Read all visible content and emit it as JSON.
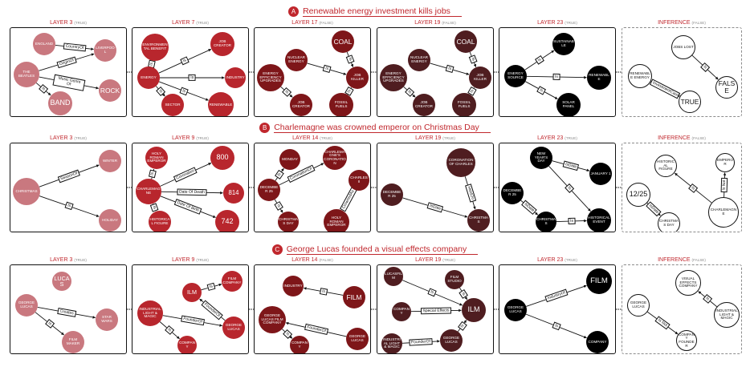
{
  "colors": {
    "accent": "#c0272d",
    "node_fill_by_column": [
      "#c9787f",
      "#b8262d",
      "#7e1619",
      "#4f1d20",
      "#000000",
      "#ffffff"
    ]
  },
  "rows": [
    {
      "badge": "A",
      "title": "Renewable energy investment kills jobs",
      "panels": [
        {
          "layer": "LAYER 3",
          "verdict": "(TRUE)",
          "nodes": {
            "england": "ENGLAND",
            "beatles": "THE BEATLES",
            "liverpool": "LIVERPOOL",
            "band": "BAND",
            "rock": "ROCK"
          },
          "edges": [
            "CountryOf",
            "OriginOf",
            "Music Genre Of",
            "Is"
          ]
        },
        {
          "layer": "LAYER 7",
          "verdict": "(TRUE)",
          "nodes": {
            "envben": "ENVIRONMENTAL BENEFIT",
            "jobcr": "JOB CREATOR",
            "energy": "ENERGY",
            "industry": "INDUSTRY",
            "sector": "SECTOR",
            "renew": "RENEWABLE"
          },
          "edges": [
            "Is",
            "Is",
            "Is",
            "Is",
            "Is"
          ]
        },
        {
          "layer": "LAYER 17",
          "verdict": "(FALSE)",
          "nodes": {
            "coal": "COAL",
            "nuclear": "NUCLEAR ENERGY",
            "eeu": "ENERGY EFFICIENCY UPGRADES",
            "killer": "JOB KILLER",
            "creator": "JOB CREATOR",
            "fossil": "FOSSIL FUELS"
          },
          "edges": [
            "Is",
            "Is",
            "Is",
            "Is"
          ]
        },
        {
          "layer": "LAYER 19",
          "verdict": "(FALSE)",
          "nodes": {
            "coal": "COAL",
            "nuclear": "NUCLEAR ENERGY",
            "eeu": "ENERGY EFFICIENCY UPGRADES",
            "killer": "JOB KILLER",
            "creator": "JOB CREATOR",
            "fossil": "FOSSIL FUELS"
          },
          "edges": [
            "Is",
            "Is",
            "Is",
            "Is"
          ]
        },
        {
          "layer": "LAYER 23",
          "verdict": "(TRUE)",
          "nodes": {
            "sustain": "SUSTAINABLE",
            "source": "ENERGY SOURCE",
            "renew": "RENEWABLE",
            "solar": "SOLAR PANEL"
          },
          "edges": [
            "Is",
            "Is",
            "Is"
          ]
        },
        {
          "layer": "INFERENCE",
          "verdict": "(FALSE)",
          "nodes": {
            "renergy": "RENEWABLE ENERGY",
            "jobslost": "JOBS LOST",
            "t": "TRUE",
            "f": "FALSE"
          },
          "edges": [
            "InvestmentCauses",
            "Is"
          ]
        }
      ]
    },
    {
      "badge": "B",
      "title": "Charlemagne was crowned emperor on Christmas Day",
      "panels": [
        {
          "layer": "LAYER 3",
          "verdict": "(TRUE)",
          "nodes": {
            "christmas": "CHRISTMAS",
            "winter": "WINTER",
            "holiday": "HOLIDAY"
          },
          "edges": [
            "SeasonOf",
            "Is"
          ]
        },
        {
          "layer": "LAYER 9",
          "verdict": "(TRUE)",
          "nodes": {
            "hre": "HOLY ROMAN EMPEROR",
            "y800": "800",
            "charl": "CHARLEMAGNE",
            "y814": "814",
            "y742": "742",
            "histfig": "HISTORICAL FIGURE"
          },
          "edges": [
            "Is",
            "Coronation",
            "Date Of Death",
            "Date Of Birth",
            "Is"
          ]
        },
        {
          "layer": "LAYER 14",
          "verdict": "(TRUE)",
          "nodes": {
            "monday": "MONDAY",
            "coronation": "CHARLEMAGNE'S CORONATION",
            "charles2": "CHARLES II",
            "dec25": "DECEMBER 25",
            "xmasday": "CHRISTMAS DAY",
            "hre": "HOLY ROMAN EMPEROR"
          },
          "edges": [
            "Is",
            "CoronationOf",
            "Is",
            "CrownedAs"
          ]
        },
        {
          "layer": "LAYER 19",
          "verdict": "(TRUE)",
          "nodes": {
            "coronation": "CORONATION OF CHARLES",
            "dec25": "DECEMBER 25",
            "christmas": "CHRISTMAS"
          },
          "edges": [
            "IsDate",
            "HeldOn"
          ]
        },
        {
          "layer": "LAYER 23",
          "verdict": "(TRUE)",
          "nodes": {
            "newyear": "NEW YEAR'S DAY",
            "jan1": "JANUARY 1",
            "dec25": "DECEMBER 25",
            "christmas": "CHRISTMAS",
            "histev": "HISTORICAL EVENT"
          },
          "edges": [
            "IsDate",
            "IsDate",
            "Is",
            "Is"
          ]
        },
        {
          "layer": "INFERENCE",
          "verdict": "(FALSE)",
          "nodes": {
            "histfig": "HISTORICAL FIGURE",
            "emperor": "EMPEROR",
            "d1225": "12/25",
            "xmasday": "CHRISTMAS DAY",
            "charlemagne": "CHARLEMAGNE"
          },
          "edges": [
            "Is",
            "Is Not",
            "IsDate"
          ]
        }
      ]
    },
    {
      "badge": "C",
      "title": "George Lucas founded a visual effects company",
      "panels": [
        {
          "layer": "LAYER 3",
          "verdict": "(TRUE)",
          "nodes": {
            "lucas": "LUCAS",
            "glucas": "GEORGE LUCAS",
            "starwars": "STAR WARS",
            "filmmaker": "FILM MAKER"
          },
          "edges": [
            "Creates",
            "Is"
          ]
        },
        {
          "layer": "LAYER 9",
          "verdict": "(TRUE)",
          "nodes": {
            "ilmfull": "INDUSTRIAL LIGHT & MAGIC",
            "ilm": "ILM",
            "filmco": "FILM COMPANY",
            "glucas": "GEORGE LUCAS",
            "company": "COMPANY"
          },
          "edges": [
            "Is",
            "FounderOf",
            "FounderOf",
            "Is"
          ]
        },
        {
          "layer": "LAYER 14",
          "verdict": "(FALSE)",
          "nodes": {
            "industry": "INDUSTRY",
            "film": "FILM",
            "glfc": "GEORGE LUCAS FILM COMPANY",
            "company": "COMPANY",
            "glucas": "GEORGE LUCAS"
          },
          "edges": [
            "Is",
            "FounderOf",
            "Is"
          ]
        },
        {
          "layer": "LAYER 19",
          "verdict": "(TRUE)",
          "nodes": {
            "lucasfilm": "LUCASFILM",
            "filmstudio": "FILM STUDIO",
            "company": "COMPANY",
            "ilm": "ILM",
            "ilmfull": "INDUSTRIAL LIGHT & MAGIC",
            "glucas": "GEORGE LUCAS"
          },
          "edges": [
            "Is",
            "Is",
            "Special Effects",
            "FounderOf",
            "Is"
          ]
        },
        {
          "layer": "LAYER 23",
          "verdict": "(TRUE)",
          "nodes": {
            "film": "FILM",
            "glucas": "GEORGE LUCAS",
            "company": "COMPANY"
          },
          "edges": [
            "IndustryOf",
            "Is"
          ]
        },
        {
          "layer": "INFERENCE",
          "verdict": "(FALSE)",
          "nodes": {
            "glucas": "GEORGE LUCAS",
            "vfx": "VISUAL EFFECTS COMPANY",
            "ilm": "INDUSTRIAL LIGHT & MAGIC",
            "founder": "COMPANY FOUNDER"
          },
          "edges": [
            "Is Not",
            "Is"
          ]
        }
      ]
    }
  ]
}
